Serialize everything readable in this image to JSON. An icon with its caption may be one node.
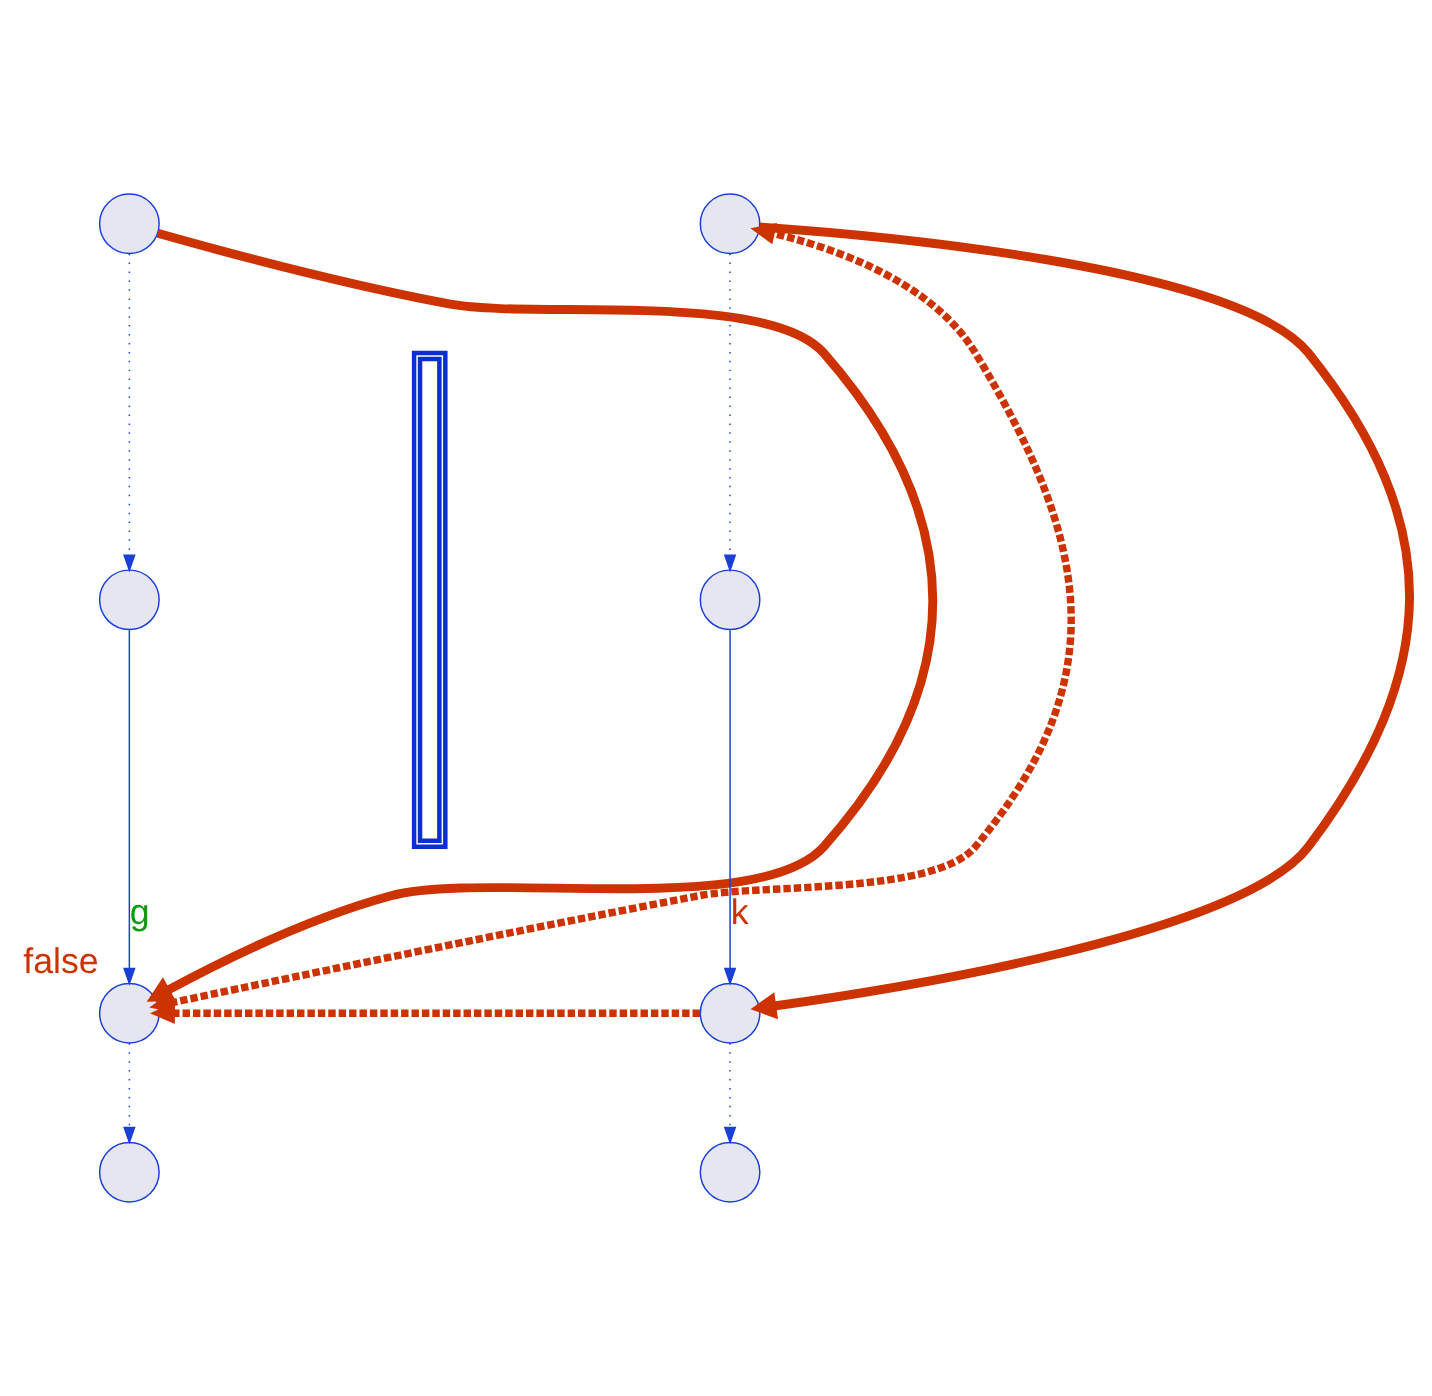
{
  "diagram": {
    "nodes": [
      {
        "text": [],
        "shape": "circle"
      },
      {
        "text": [],
        "shape": "circle"
      },
      {
        "text": [],
        "shape": "circle",
        "beside": [
          "false"
        ]
      },
      {
        "text": [],
        "shape": "circle"
      },
      {
        "text": [],
        "shape": "circle"
      },
      {
        "text": [],
        "shape": "circle"
      },
      {
        "text": [],
        "shape": "circle"
      },
      {
        "text": [],
        "shape": "circle"
      },
      {
        "text": [],
        "shape": "bar"
      }
    ],
    "edges": [
      {
        "from": 0,
        "to": 1,
        "arrow": "to",
        "style": "dashed"
      },
      {
        "from": 1,
        "to": 2,
        "arrow": "to",
        "label": "g"
      },
      {
        "from": 2,
        "to": 3,
        "arrow": "to",
        "style": "dashed"
      },
      {
        "from": 4,
        "to": 5,
        "arrow": "to",
        "style": "dashed"
      },
      {
        "from": 5,
        "to": 6,
        "arrow": "to",
        "label": "k"
      },
      {
        "from": 6,
        "to": 7,
        "arrow": "to",
        "style": "dashed"
      },
      {
        "from": 0,
        "to": 2,
        "arrow": "to",
        "style": "thick",
        "color": "#cc3300"
      },
      {
        "from": 4,
        "to": 6,
        "arrow": "to",
        "style": "thick",
        "color": "#cc3300"
      },
      {
        "from": 2,
        "to": 4,
        "arrow": "both",
        "style": "dashed",
        "color": "#cc3300"
      },
      {
        "from": 6,
        "to": 2,
        "arrow": "to",
        "style": "dashed",
        "color": "#cc3300"
      }
    ]
  }
}
